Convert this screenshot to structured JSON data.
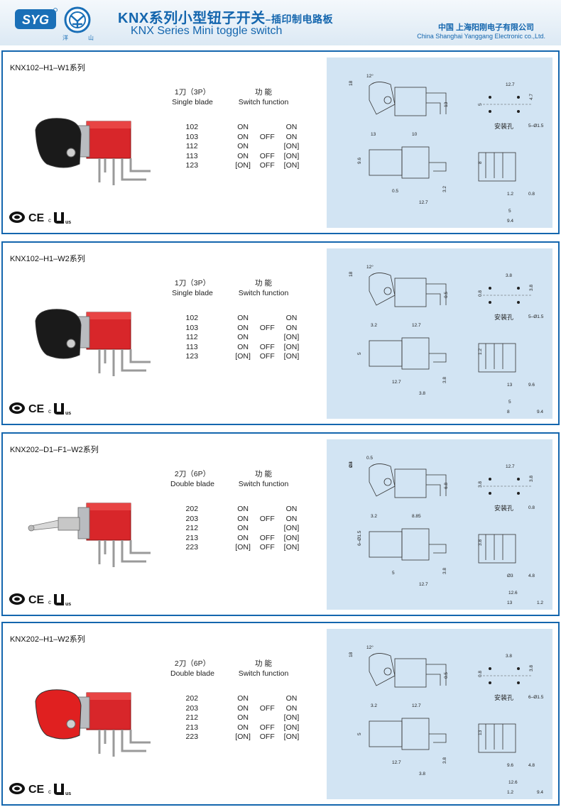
{
  "header": {
    "logo_text": "SYG",
    "logo2_left": "洋",
    "logo2_right": "山",
    "title_cn": "KNX系列小型钮子开关",
    "title_cn_suffix": "–插印制电路板",
    "title_en": "KNX Series Mini toggle switch",
    "company_cn": "中国  上海阳刚电子有限公司",
    "company_en": "China Shanghai Yanggang Electronic co.,Ltd."
  },
  "cert_labels": [
    "CE",
    "c",
    "us"
  ],
  "mount_label": "安装孔",
  "panels": [
    {
      "title": "KNX102–H1–W1系列",
      "blade_cn": "1刀（3P）",
      "blade_en": "Single blade",
      "func_cn": "功    能",
      "func_en": "Switch function",
      "actuator_color": "#1a1a1a",
      "rows": [
        [
          "102",
          "ON",
          "",
          "ON"
        ],
        [
          "103",
          "ON",
          "OFF",
          "ON"
        ],
        [
          "112",
          "ON",
          "",
          "[ON]"
        ],
        [
          "113",
          "ON",
          "OFF",
          "[ON]"
        ],
        [
          "123",
          "[ON]",
          "OFF",
          "[ON]"
        ]
      ],
      "dims": [
        "18",
        "12°",
        "13",
        "13",
        "10",
        "12.7",
        "4.7",
        "5",
        "5–Ø1.5",
        "9.6",
        "0.5",
        "12.7",
        "3.2",
        "8",
        "1.2",
        "0.8",
        "5",
        "9.4"
      ]
    },
    {
      "title": "KNX102–H1–W2系列",
      "blade_cn": "1刀（3P）",
      "blade_en": "Single blade",
      "func_cn": "功    能",
      "func_en": "Switch function",
      "actuator_color": "#1a1a1a",
      "rows": [
        [
          "102",
          "ON",
          "",
          "ON"
        ],
        [
          "103",
          "ON",
          "OFF",
          "ON"
        ],
        [
          "112",
          "ON",
          "",
          "[ON]"
        ],
        [
          "113",
          "ON",
          "OFF",
          "[ON]"
        ],
        [
          "123",
          "[ON]",
          "OFF",
          "[ON]"
        ]
      ],
      "dims": [
        "18",
        "12°",
        "3.2",
        "0.5",
        "12.7",
        "3.8",
        "3.8",
        "0.8",
        "5–Ø1.5",
        "5",
        "12.7",
        "3.8",
        "3.8",
        "1.2",
        "13",
        "9.6",
        "5",
        "8",
        "9.4"
      ]
    },
    {
      "title": "KNX202–D1–F1–W2系列",
      "blade_cn": "2刀（6P）",
      "blade_en": "Double blade",
      "func_cn": "功    能",
      "func_en": "Switch function",
      "actuator_color": "#c8c8c8",
      "rows": [
        [
          "202",
          "ON",
          "",
          "ON"
        ],
        [
          "203",
          "ON",
          "OFF",
          "ON"
        ],
        [
          "212",
          "ON",
          "",
          "[ON]"
        ],
        [
          "213",
          "ON",
          "OFF",
          "[ON]"
        ],
        [
          "223",
          "[ON]",
          "OFF",
          "[ON]"
        ]
      ],
      "dims": [
        "Ø3",
        "0.5",
        "3.2",
        "6.8",
        "8.85",
        "12.7",
        "3.8",
        "3.8",
        "0.8",
        "6–Ø1.5",
        "5",
        "12.7",
        "3.8",
        "3.8",
        "Ø3",
        "4.8",
        "12.6",
        "13",
        "1.2",
        "9.4"
      ]
    },
    {
      "title": "KNX202–H1–W2系列",
      "blade_cn": "2刀（6P）",
      "blade_en": "Double blade",
      "func_cn": "功    能",
      "func_en": "Switch function",
      "actuator_color": "#e02020",
      "rows": [
        [
          "202",
          "ON",
          "",
          "ON"
        ],
        [
          "203",
          "ON",
          "OFF",
          "ON"
        ],
        [
          "212",
          "ON",
          "",
          "[ON]"
        ],
        [
          "213",
          "ON",
          "OFF",
          "[ON]"
        ],
        [
          "223",
          "[ON]",
          "OFF",
          "[ON]"
        ]
      ],
      "dims": [
        "18",
        "12°",
        "3.2",
        "0.5",
        "12.7",
        "3.8",
        "3.8",
        "0.8",
        "6–Ø1.5",
        "5",
        "12.7",
        "3.8",
        "3.8",
        "13",
        "9.6",
        "4.8",
        "12.6",
        "1.2",
        "9.4"
      ]
    }
  ]
}
